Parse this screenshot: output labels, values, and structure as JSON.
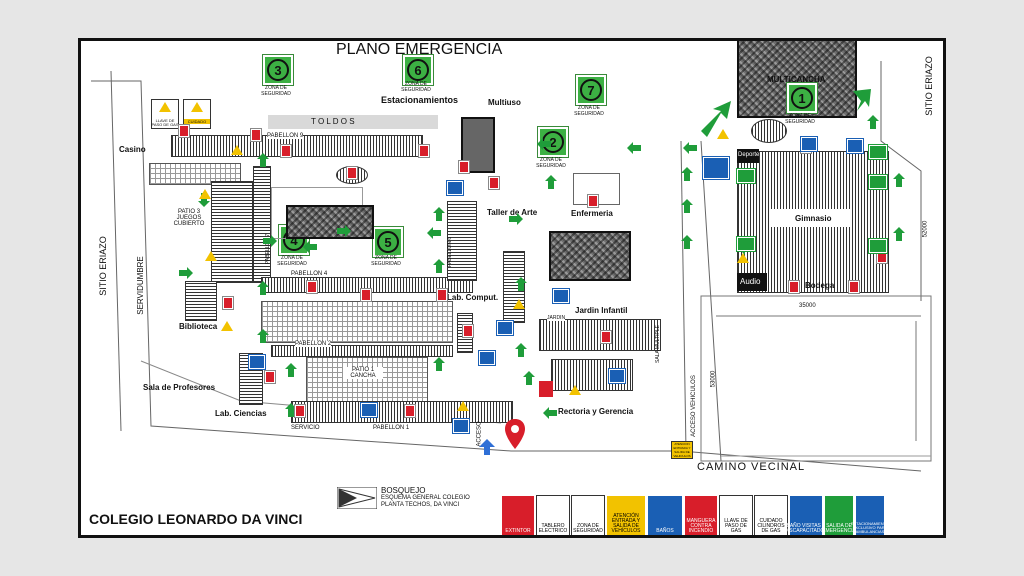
{
  "title": "PLANO EMERGENCIA",
  "school": "COLEGIO LEONARDO DA VINCI",
  "zone_caption": "ZONA DE SEGURIDAD",
  "zones": [
    "1",
    "2",
    "3",
    "4",
    "5",
    "6",
    "7"
  ],
  "areas": {
    "multicancha": "MULTICANCHA",
    "estacionamientos": "Estacionamientos",
    "multiuso": "Multiuso",
    "casino": "Casino",
    "pabellon9": "PABELLON 9",
    "toldos": "T O L D O S",
    "patio3": "PATIO 3 JUEGOS CUBIERTO",
    "taller_arte": "Taller de Arte",
    "enfermeria": "Enfermeria",
    "gimnasio": "Gimnasio",
    "audio": "Audio",
    "bodega": "Bodega",
    "deporte": "Deporte",
    "pabellon4": "PABELLON 4",
    "pabellon7": "PABELLON 7",
    "pabellon6": "PABELLON 6",
    "lab_comput": "Lab. Comput.",
    "jardin_infantil": "Jardin Infantil",
    "biblioteca": "Biblioteca",
    "pabellon2": "PABELLON 2",
    "patio1": "PATIO 1 CANCHA",
    "sala_profesores": "Sala de Profesores",
    "lab_ciencias": "Lab. Ciencias",
    "pabellon1": "PABELLON 1",
    "servicio": "SERVICIO",
    "rectoria": "Rectoria y Gerencia",
    "banos": "BAÑOS",
    "jardin": "JARDIN",
    "sala_multiple": "SALA MULTIPLE",
    "acceso": "ACCESO",
    "acceso_vehiculos": "ACCESO VEHICULOS"
  },
  "streets": {
    "sitio_eriazo_left": "SITIO ERIAZO",
    "servidumbre": "SERVIDUMBRE",
    "sitio_eriazo_right": "SITIO ERIAZO",
    "camino_vecinal": "CAMINO VECINAL"
  },
  "dims": {
    "d35000": "35000",
    "d53000": "53000",
    "d52000": "52000"
  },
  "gas_sign": "LLAVE DE PASO DE GAS",
  "gas_warn": "CUIDADO",
  "parking_sign": "ATENCION ENTRADA Y SALIDA DE VEHICULOS",
  "title_block": {
    "name": "BOSQUEJO",
    "line1": "ESQUEMA GENERAL COLEGIO",
    "line2": "PLANTA TECHOS, DA VINCI"
  },
  "legend": [
    {
      "label": "EXTINTOR",
      "color": "#d81e2a"
    },
    {
      "label": "TABLERO ELECTRICO",
      "color": "#ffffff"
    },
    {
      "label": "ZONA DE SEGURIDAD",
      "color": "#3cb043"
    },
    {
      "label": "ATENCIÓN ENTRADA Y SALIDA DE VEHÍCULOS",
      "color": "#f2c200"
    },
    {
      "label": "BAÑOS",
      "color": "#1a5fb4"
    },
    {
      "label": "MANGUERA CONTRA INCENDIO",
      "color": "#d81e2a"
    },
    {
      "label": "LLAVE DE PASO DE GAS",
      "color": "#ffffff"
    },
    {
      "label": "CUIDADO CILINDROS DE GAS",
      "color": "#f2c200"
    },
    {
      "label": "BAÑO VISITAS Y DISCAPACITADOS",
      "color": "#1a5fb4"
    },
    {
      "label": "SALIDA DE EMERGENCIA",
      "color": "#1f9d3a"
    },
    {
      "label": "ESTACIONAMIENTO EXCLUSIVO PARA AMBULANCIAS",
      "color": "#1a5fb4"
    }
  ],
  "colors": {
    "arrow": "#1f9d3a",
    "zone": "#3cb043",
    "extintor": "#d81e2a",
    "banos": "#1a5fb4",
    "warning": "#f2c200"
  }
}
